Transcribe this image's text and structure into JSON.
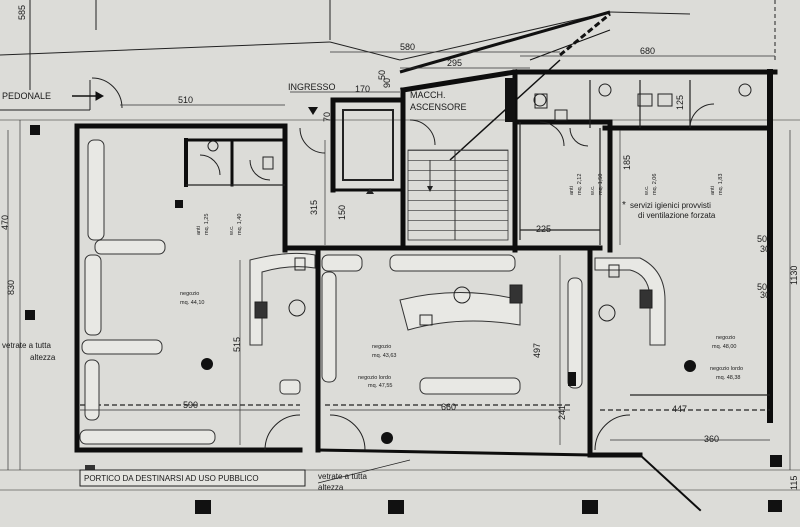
{
  "labels": {
    "pedonale": "PEDONALE",
    "ingresso": "INGRESSO",
    "macch_line1": "MACCH.",
    "macch_line2": "ASCENSORE",
    "portico": "PORTICO DA DESTINARSI AD USO PUBBLICO",
    "vetrate_bottom_line1": "vetrate a tutta",
    "vetrate_bottom_line2": "altezza",
    "vetrate_left_line1": "vetrate a tutta",
    "vetrate_left_line2": "altezza",
    "servizi_line1": "servizi igienici provvisti",
    "servizi_line2": "di ventilazione forzata",
    "asterisk": "*"
  },
  "shops": [
    {
      "name": "negozio",
      "area": "mq. 44,10"
    },
    {
      "name": "negozio",
      "area": "mq. 43,63",
      "lorda": "negozio lordo",
      "lorda_area": "mq. 47,55"
    },
    {
      "name": "negozio",
      "area": "mq. 48,00",
      "lorda": "negozio lordo",
      "lorda_area": "mq. 48,38"
    }
  ],
  "rooms": {
    "anti1": {
      "line1": "anti",
      "line2": "mq. 1,25"
    },
    "wc1": {
      "line1": "w.c.",
      "line2": "mq. 1,40"
    },
    "anti2": {
      "line1": "anti",
      "line2": "mq. 2,12"
    },
    "wc2": {
      "line1": "w.c.",
      "line2": "mq. 1,50"
    },
    "wc3": {
      "line1": "w.c.",
      "line2": "mq. 2,06"
    },
    "anti3": {
      "line1": "anti",
      "line2": "mq. 1,83"
    }
  },
  "dimensions": {
    "d585": "585",
    "d580": "580",
    "d680": "680",
    "d295": "295",
    "d170": "170",
    "d90": "90",
    "d510": "510",
    "d70": "70",
    "d315": "315",
    "d150": "150",
    "d185": "185",
    "d125": "125",
    "d225": "225",
    "d515": "515",
    "d497": "497",
    "d590": "590",
    "d660": "660",
    "d447": "447",
    "d360": "360",
    "d470": "470",
    "d830": "830",
    "d1130": "1130",
    "d115": "115",
    "d50a": "50",
    "d50b": "50",
    "d30a": "30",
    "d30b": "30",
    "d241": "241",
    "d50c": "50"
  }
}
